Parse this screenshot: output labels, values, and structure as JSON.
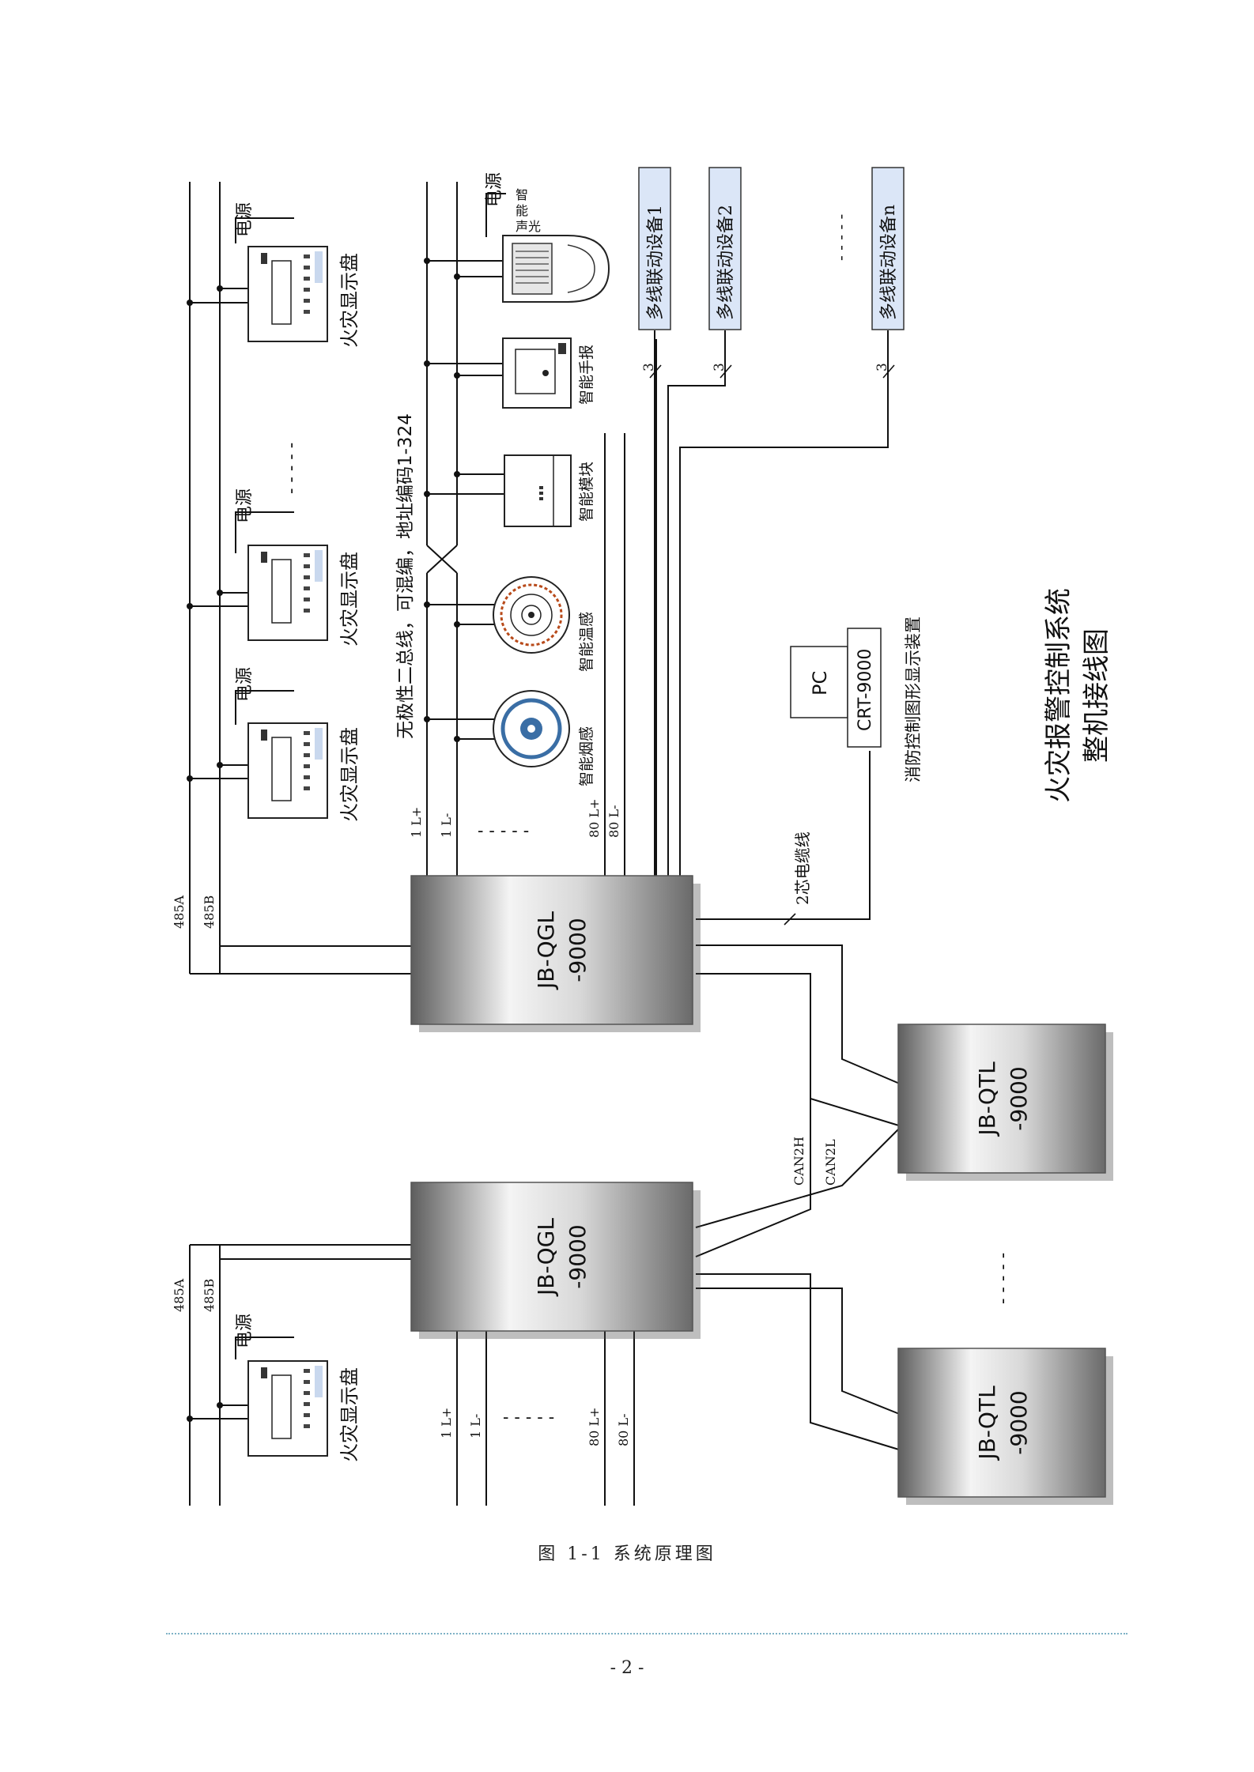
{
  "diagram": {
    "title_line1": "火灾报警控制系统",
    "title_line2": "整机接线图",
    "power_label": "电源",
    "display_label": "火灾显示盘",
    "bus_annotation": "无极性二总线，可混编，地址编码1-324",
    "devices": {
      "smoke": "智能烟感",
      "temp": "智能温感",
      "module": "智能模块",
      "manual": "智能手报",
      "alarm_chars": [
        "智",
        "能",
        "声",
        "光"
      ]
    },
    "linkage": [
      "多线联动设备1",
      "多线联动设备2",
      "多线联动设备n"
    ],
    "wire_count": "3",
    "pc": {
      "label": "PC",
      "crt": "CRT-9000",
      "caption": "消防控制图形显示装置"
    },
    "cable_label": "2芯电缆线",
    "controllers": {
      "qgl_line1": "JB-QGL",
      "qgl_line2": "-9000",
      "qtl_line1": "JB-QTL",
      "qtl_line2": "-9000"
    },
    "bus_labels": {
      "a485": "485A",
      "b485": "485B",
      "l1p": "1 L+",
      "l1m": "1 L-",
      "l80p": "80 L+",
      "l80m": "80 L-",
      "can_h": "CAN2H",
      "can_l": "CAN2L"
    },
    "ellipsis": "- - - - -"
  },
  "caption": "图  1-1  系统原理图",
  "page_number": "- 2 -"
}
